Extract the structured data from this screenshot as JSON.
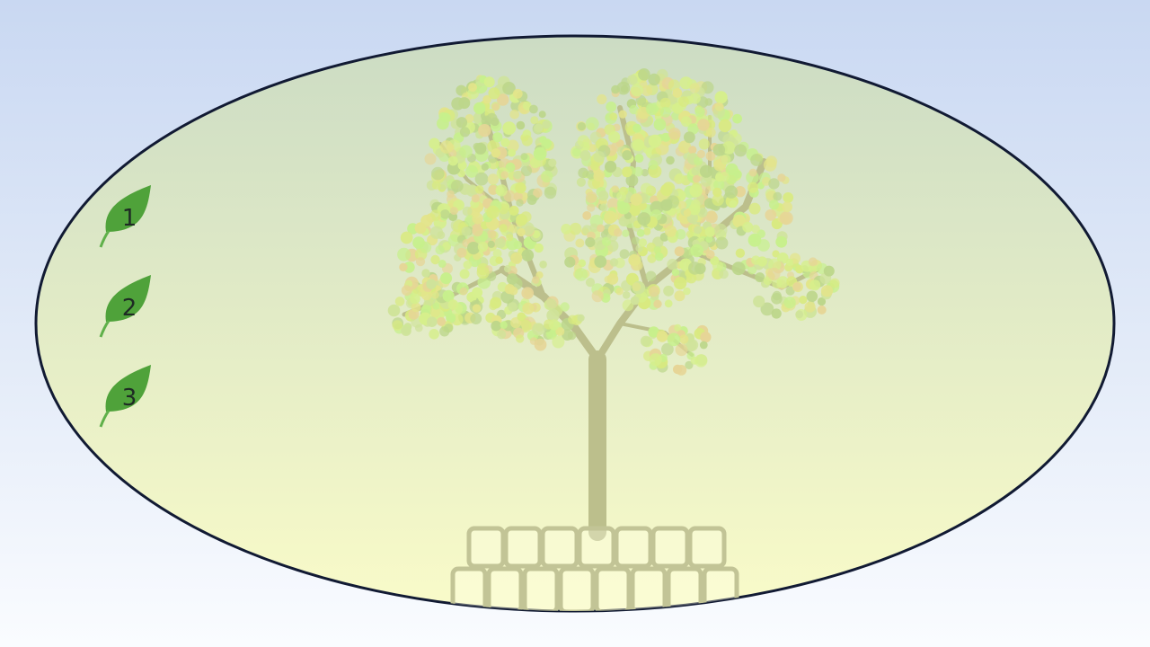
{
  "levels": [
    {
      "label": "1",
      "icon": "leaf-icon"
    },
    {
      "label": "2",
      "icon": "leaf-icon"
    },
    {
      "label": "3",
      "icon": "leaf-icon"
    }
  ],
  "colors": {
    "leaf": "#4fa23a",
    "leaf_stem": "#5fb04a",
    "oval_border": "#111a33",
    "oval_top": "#ccdcc4",
    "oval_bottom": "#f9fbc9",
    "trunk": "#bcbf8c",
    "blocks": "#c2c496",
    "foliage": [
      "#d6ef8c",
      "#e3e48a",
      "#c7f08c",
      "#e6d596",
      "#cfe39a",
      "#d9ea80",
      "#bcd68a"
    ]
  }
}
